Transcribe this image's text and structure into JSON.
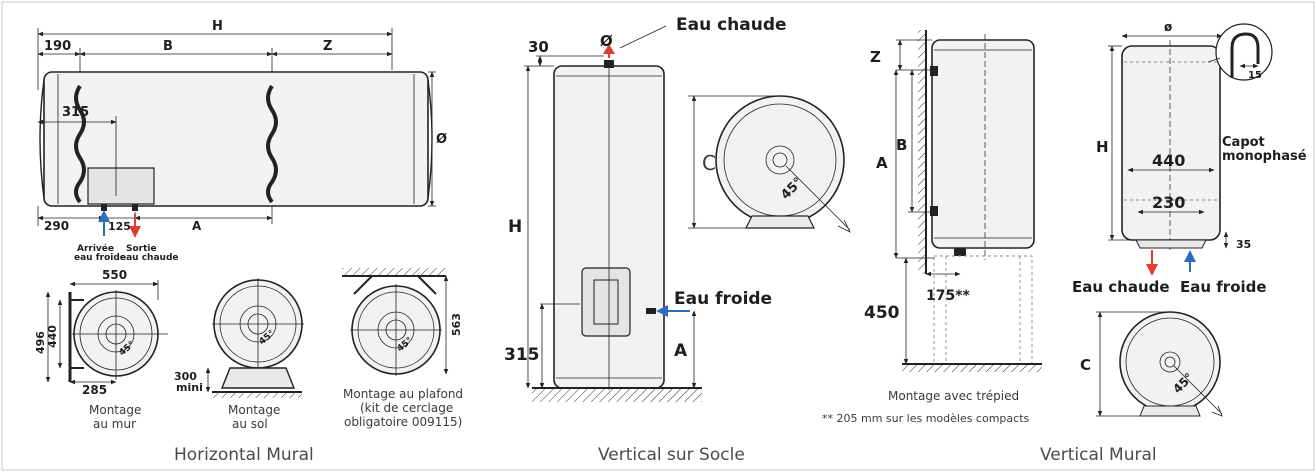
{
  "panels": {
    "horizontal": {
      "caption": "Horizontal Mural",
      "dims": {
        "H": "H",
        "left": "190",
        "B": "B",
        "Z": "Z",
        "d315": "315",
        "dia": "Ø",
        "d290": "290",
        "d125": "125",
        "A": "A"
      },
      "arrivee": [
        "Arrivée",
        "eau froide"
      ],
      "sortie": [
        "Sortie",
        "eau chaude"
      ],
      "sub": {
        "wall": {
          "w": "550",
          "h1": "496",
          "h2": "440",
          "b": "285",
          "angle": "45°",
          "caption": [
            "Montage",
            "au mur"
          ]
        },
        "floor": {
          "h": "300",
          "h2": "mini",
          "angle": "45°",
          "caption": [
            "Montage",
            "au sol"
          ]
        },
        "ceiling": {
          "h": "563",
          "angle": "45°",
          "caption": [
            "Montage au plafond",
            "(kit de cerclage",
            "obligatoire 009115)"
          ]
        }
      }
    },
    "socle": {
      "caption": "Vertical sur Socle",
      "eau_chaude": "Eau chaude",
      "eau_froide": "Eau froide",
      "dims": {
        "d30": "30",
        "dia": "Ø",
        "H": "H",
        "C": "C",
        "angle": "45°",
        "d315": "315",
        "A": "A"
      }
    },
    "mural": {
      "caption": "Vertical Mural",
      "dims": {
        "Z": "Z",
        "B": "B",
        "A": "A",
        "d450": "450",
        "d175": "175**",
        "dia": "ø",
        "H": "H",
        "d440": "440",
        "d230": "230",
        "d15": "15",
        "d35": "35",
        "C": "C",
        "angle": "45°"
      },
      "capot": [
        "Capot",
        "monophasé"
      ],
      "eau_chaude": "Eau chaude",
      "eau_froide": "Eau froide",
      "trepied": "Montage avec trépied",
      "note": "** 205 mm sur les modèles compacts"
    }
  },
  "colors": {
    "hot": "#e33b2e",
    "cold": "#2f6cc0",
    "border": "#c8c8c8"
  }
}
